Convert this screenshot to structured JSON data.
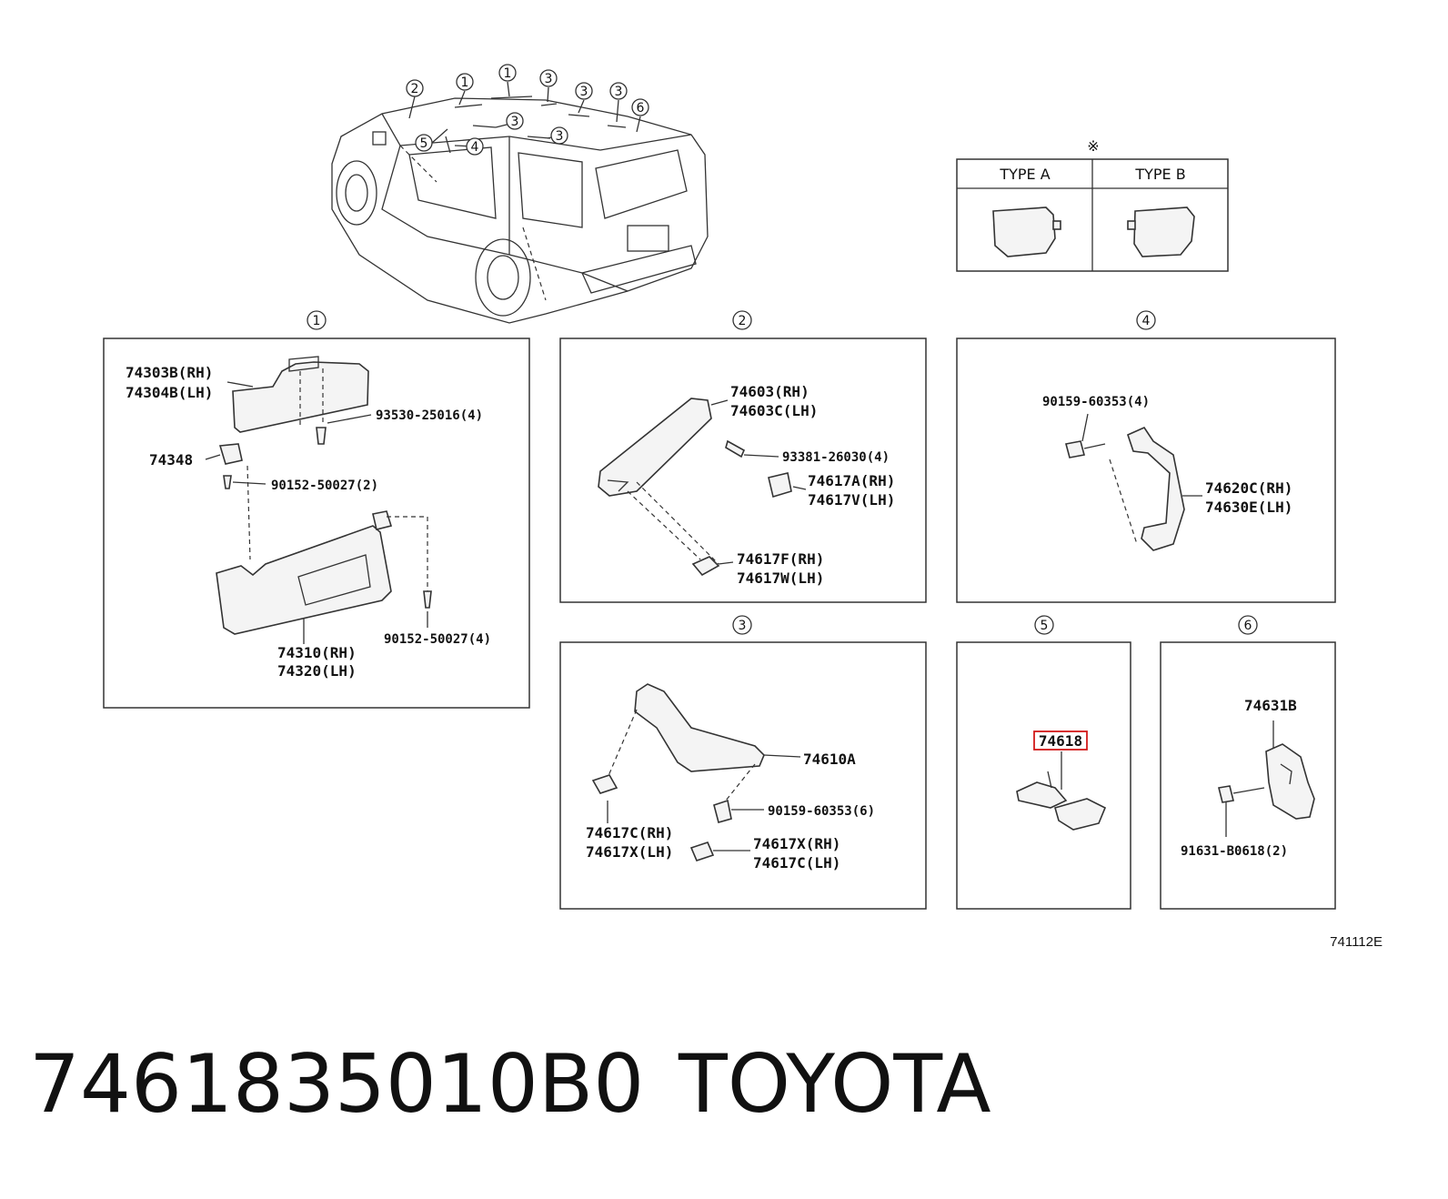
{
  "note_mark": "※",
  "type_table": {
    "col_a": "TYPE A",
    "col_b": "TYPE B"
  },
  "car_callouts": [
    "2",
    "1",
    "1",
    "3",
    "3",
    "3",
    "6",
    "5",
    "4",
    "3",
    "3"
  ],
  "groups": {
    "g1": {
      "number": "1",
      "labels": {
        "visor_upper_rh": "74303B(RH)",
        "visor_upper_lh": "74304B(LH)",
        "screw_upper": "93530-25016(4)",
        "holder": "74348",
        "screw_holder": "90152-50027(2)",
        "screw_lower": "90152-50027(4)",
        "visor_rh": "74310(RH)",
        "visor_lh": "74320(LH)"
      }
    },
    "g2": {
      "number": "2",
      "labels": {
        "grip_rh": "74603(RH)",
        "grip_lh": "74603C(LH)",
        "screw": "93381-26030(4)",
        "cap_a_rh": "74617A(RH)",
        "cap_a_lh": "74617V(LH)",
        "cap_f_rh": "74617F(RH)",
        "cap_f_lh": "74617W(LH)"
      }
    },
    "g4": {
      "number": "4",
      "labels": {
        "bolt": "90159-60353(4)",
        "grip_rh": "74620C(RH)",
        "grip_lh": "74630E(LH)"
      }
    },
    "g3": {
      "number": "3",
      "labels": {
        "grip": "74610A",
        "bolt": "90159-60353(6)",
        "cap_c_rh": "74617C(RH)",
        "cap_c_lh": "74617X(LH)",
        "cap_x_rh": "74617X(RH)",
        "cap_x_lh": "74617C(LH)"
      }
    },
    "g5": {
      "number": "5",
      "labels": {
        "hook": "74618"
      }
    },
    "g6": {
      "number": "6",
      "labels": {
        "hook": "74631B",
        "screw": "91631-B0618(2)"
      }
    }
  },
  "figure_ref": "741112E",
  "footer": {
    "part_number": "7461835010B0",
    "brand": "TOYOTA"
  }
}
